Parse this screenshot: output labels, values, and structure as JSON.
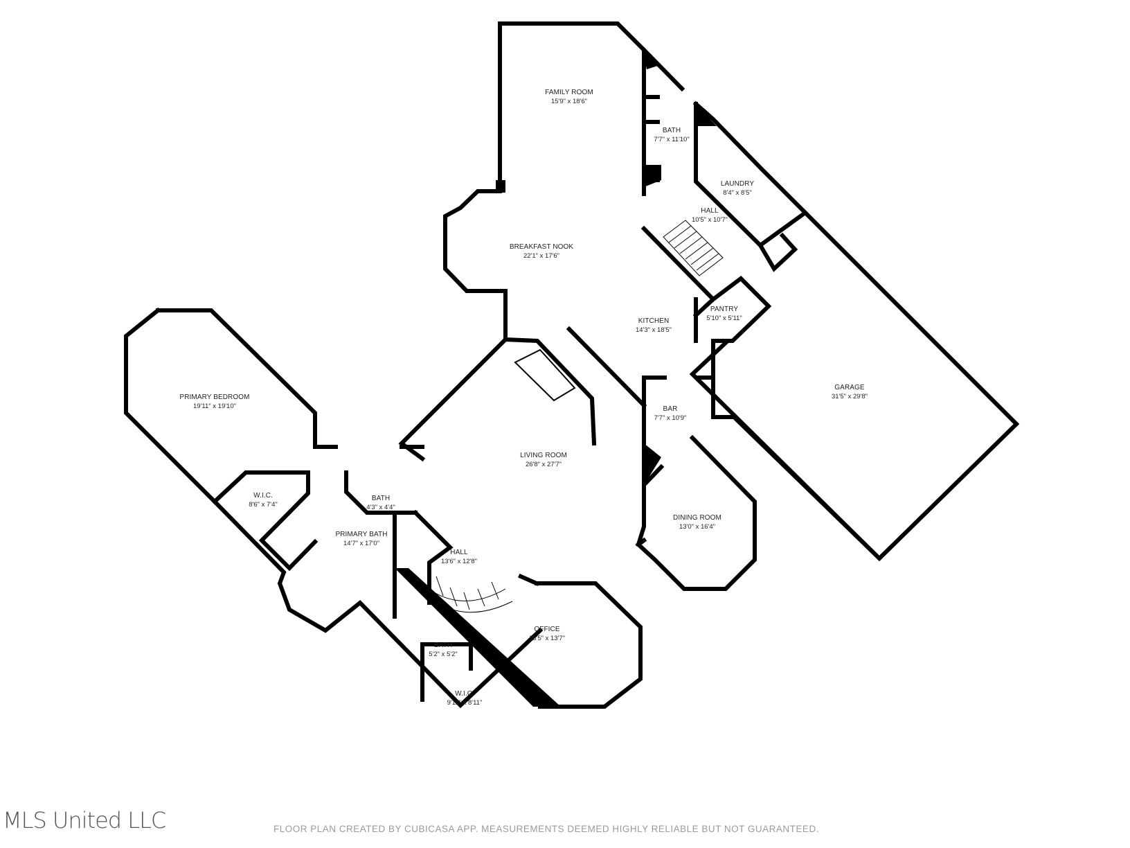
{
  "rooms": [
    {
      "id": "family-room",
      "name": "FAMILY ROOM",
      "dim": "15'9\" x 18'6\""
    },
    {
      "id": "bath-upper",
      "name": "BATH",
      "dim": "7'7\" x 11'10\""
    },
    {
      "id": "laundry",
      "name": "LAUNDRY",
      "dim": "8'4\" x 8'5\""
    },
    {
      "id": "hall-upper",
      "name": "HALL",
      "dim": "10'5\" x 10'7\""
    },
    {
      "id": "breakfast-nook",
      "name": "BREAKFAST NOOK",
      "dim": "22'1\" x 17'6\""
    },
    {
      "id": "pantry",
      "name": "PANTRY",
      "dim": "5'10\" x 5'11\""
    },
    {
      "id": "kitchen",
      "name": "KITCHEN",
      "dim": "14'3\" x 18'5\""
    },
    {
      "id": "garage",
      "name": "GARAGE",
      "dim": "31'5\" x 29'8\""
    },
    {
      "id": "bar",
      "name": "BAR",
      "dim": "7'7\" x 10'9\""
    },
    {
      "id": "primary-bedroom",
      "name": "PRIMARY BEDROOM",
      "dim": "19'11\" x 19'10\""
    },
    {
      "id": "living-room",
      "name": "LIVING ROOM",
      "dim": "26'8\" x 27'7\""
    },
    {
      "id": "dining-room",
      "name": "DINING ROOM",
      "dim": "13'0\" x 16'4\""
    },
    {
      "id": "wic-upper",
      "name": "W.I.C.",
      "dim": "8'6\" x 7'4\""
    },
    {
      "id": "bath-small",
      "name": "BATH",
      "dim": "4'3\" x 4'4\""
    },
    {
      "id": "primary-bath",
      "name": "PRIMARY BATH",
      "dim": "14'7\" x 17'0\""
    },
    {
      "id": "hall-lower",
      "name": "HALL",
      "dim": "13'6\" x 12'8\""
    },
    {
      "id": "office",
      "name": "OFFICE",
      "dim": "15'5\" x 13'7\""
    },
    {
      "id": "bath-lower",
      "name": "BATH",
      "dim": "5'2\" x 5'2\""
    },
    {
      "id": "wic-lower",
      "name": "W.I.C.",
      "dim": "9'11\" x 8'11\""
    }
  ],
  "watermark": "MLS United LLC",
  "disclaimer": "FLOOR PLAN CREATED BY CUBICASA APP. MEASUREMENTS DEEMED HIGHLY RELIABLE BUT NOT GUARANTEED."
}
